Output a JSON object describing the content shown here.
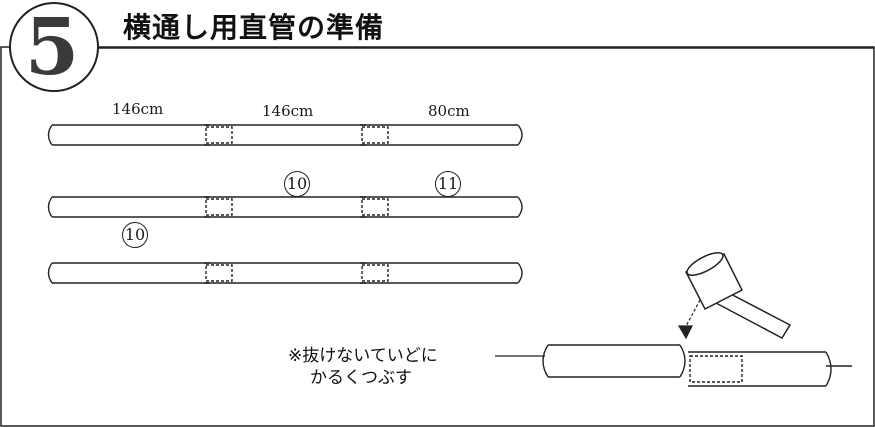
{
  "step": {
    "number": "5",
    "title": "横通し用直管の準備"
  },
  "lengths": [
    "146cm",
    "146cm",
    "80cm"
  ],
  "part_labels": {
    "row2_middle": "10",
    "row2_right": "11",
    "row2_left": "10"
  },
  "note": {
    "line1": "※抜けないていどに",
    "line2": "かるくつぶす"
  }
}
